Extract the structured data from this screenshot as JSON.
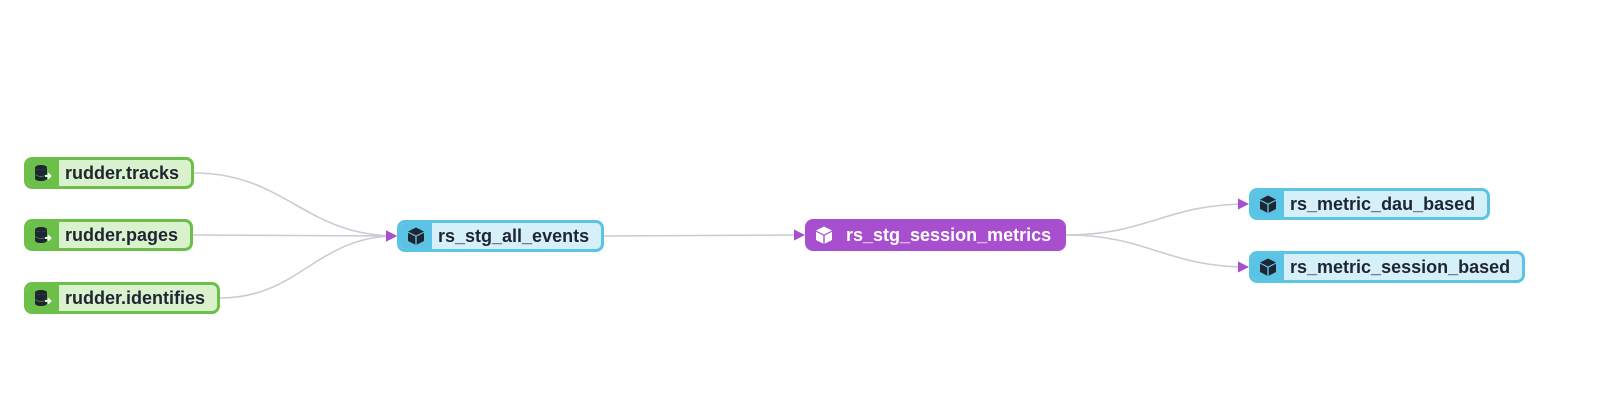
{
  "diagram": {
    "colors": {
      "source": "#6cc04a",
      "model": "#5bc4e5",
      "selected": "#a84fd0",
      "edge": "#c9ccd3"
    },
    "nodes": [
      {
        "id": "rudder_tracks",
        "label": "rudder.tracks",
        "kind": "source",
        "icon": "database-icon"
      },
      {
        "id": "rudder_pages",
        "label": "rudder.pages",
        "kind": "source",
        "icon": "database-icon"
      },
      {
        "id": "rudder_identifies",
        "label": "rudder.identifies",
        "kind": "source",
        "icon": "database-icon"
      },
      {
        "id": "rs_stg_all_events",
        "label": "rs_stg_all_events",
        "kind": "model",
        "icon": "cube-icon"
      },
      {
        "id": "rs_stg_session_metrics",
        "label": "rs_stg_session_metrics",
        "kind": "selected",
        "icon": "cube-icon"
      },
      {
        "id": "rs_metric_dau_based",
        "label": "rs_metric_dau_based",
        "kind": "model",
        "icon": "cube-icon"
      },
      {
        "id": "rs_metric_session_based",
        "label": "rs_metric_session_based",
        "kind": "model",
        "icon": "cube-icon"
      }
    ],
    "edges": [
      {
        "from": "rudder_tracks",
        "to": "rs_stg_all_events"
      },
      {
        "from": "rudder_pages",
        "to": "rs_stg_all_events"
      },
      {
        "from": "rudder_identifies",
        "to": "rs_stg_all_events"
      },
      {
        "from": "rs_stg_all_events",
        "to": "rs_stg_session_metrics"
      },
      {
        "from": "rs_stg_session_metrics",
        "to": "rs_metric_dau_based"
      },
      {
        "from": "rs_stg_session_metrics",
        "to": "rs_metric_session_based"
      }
    ]
  }
}
